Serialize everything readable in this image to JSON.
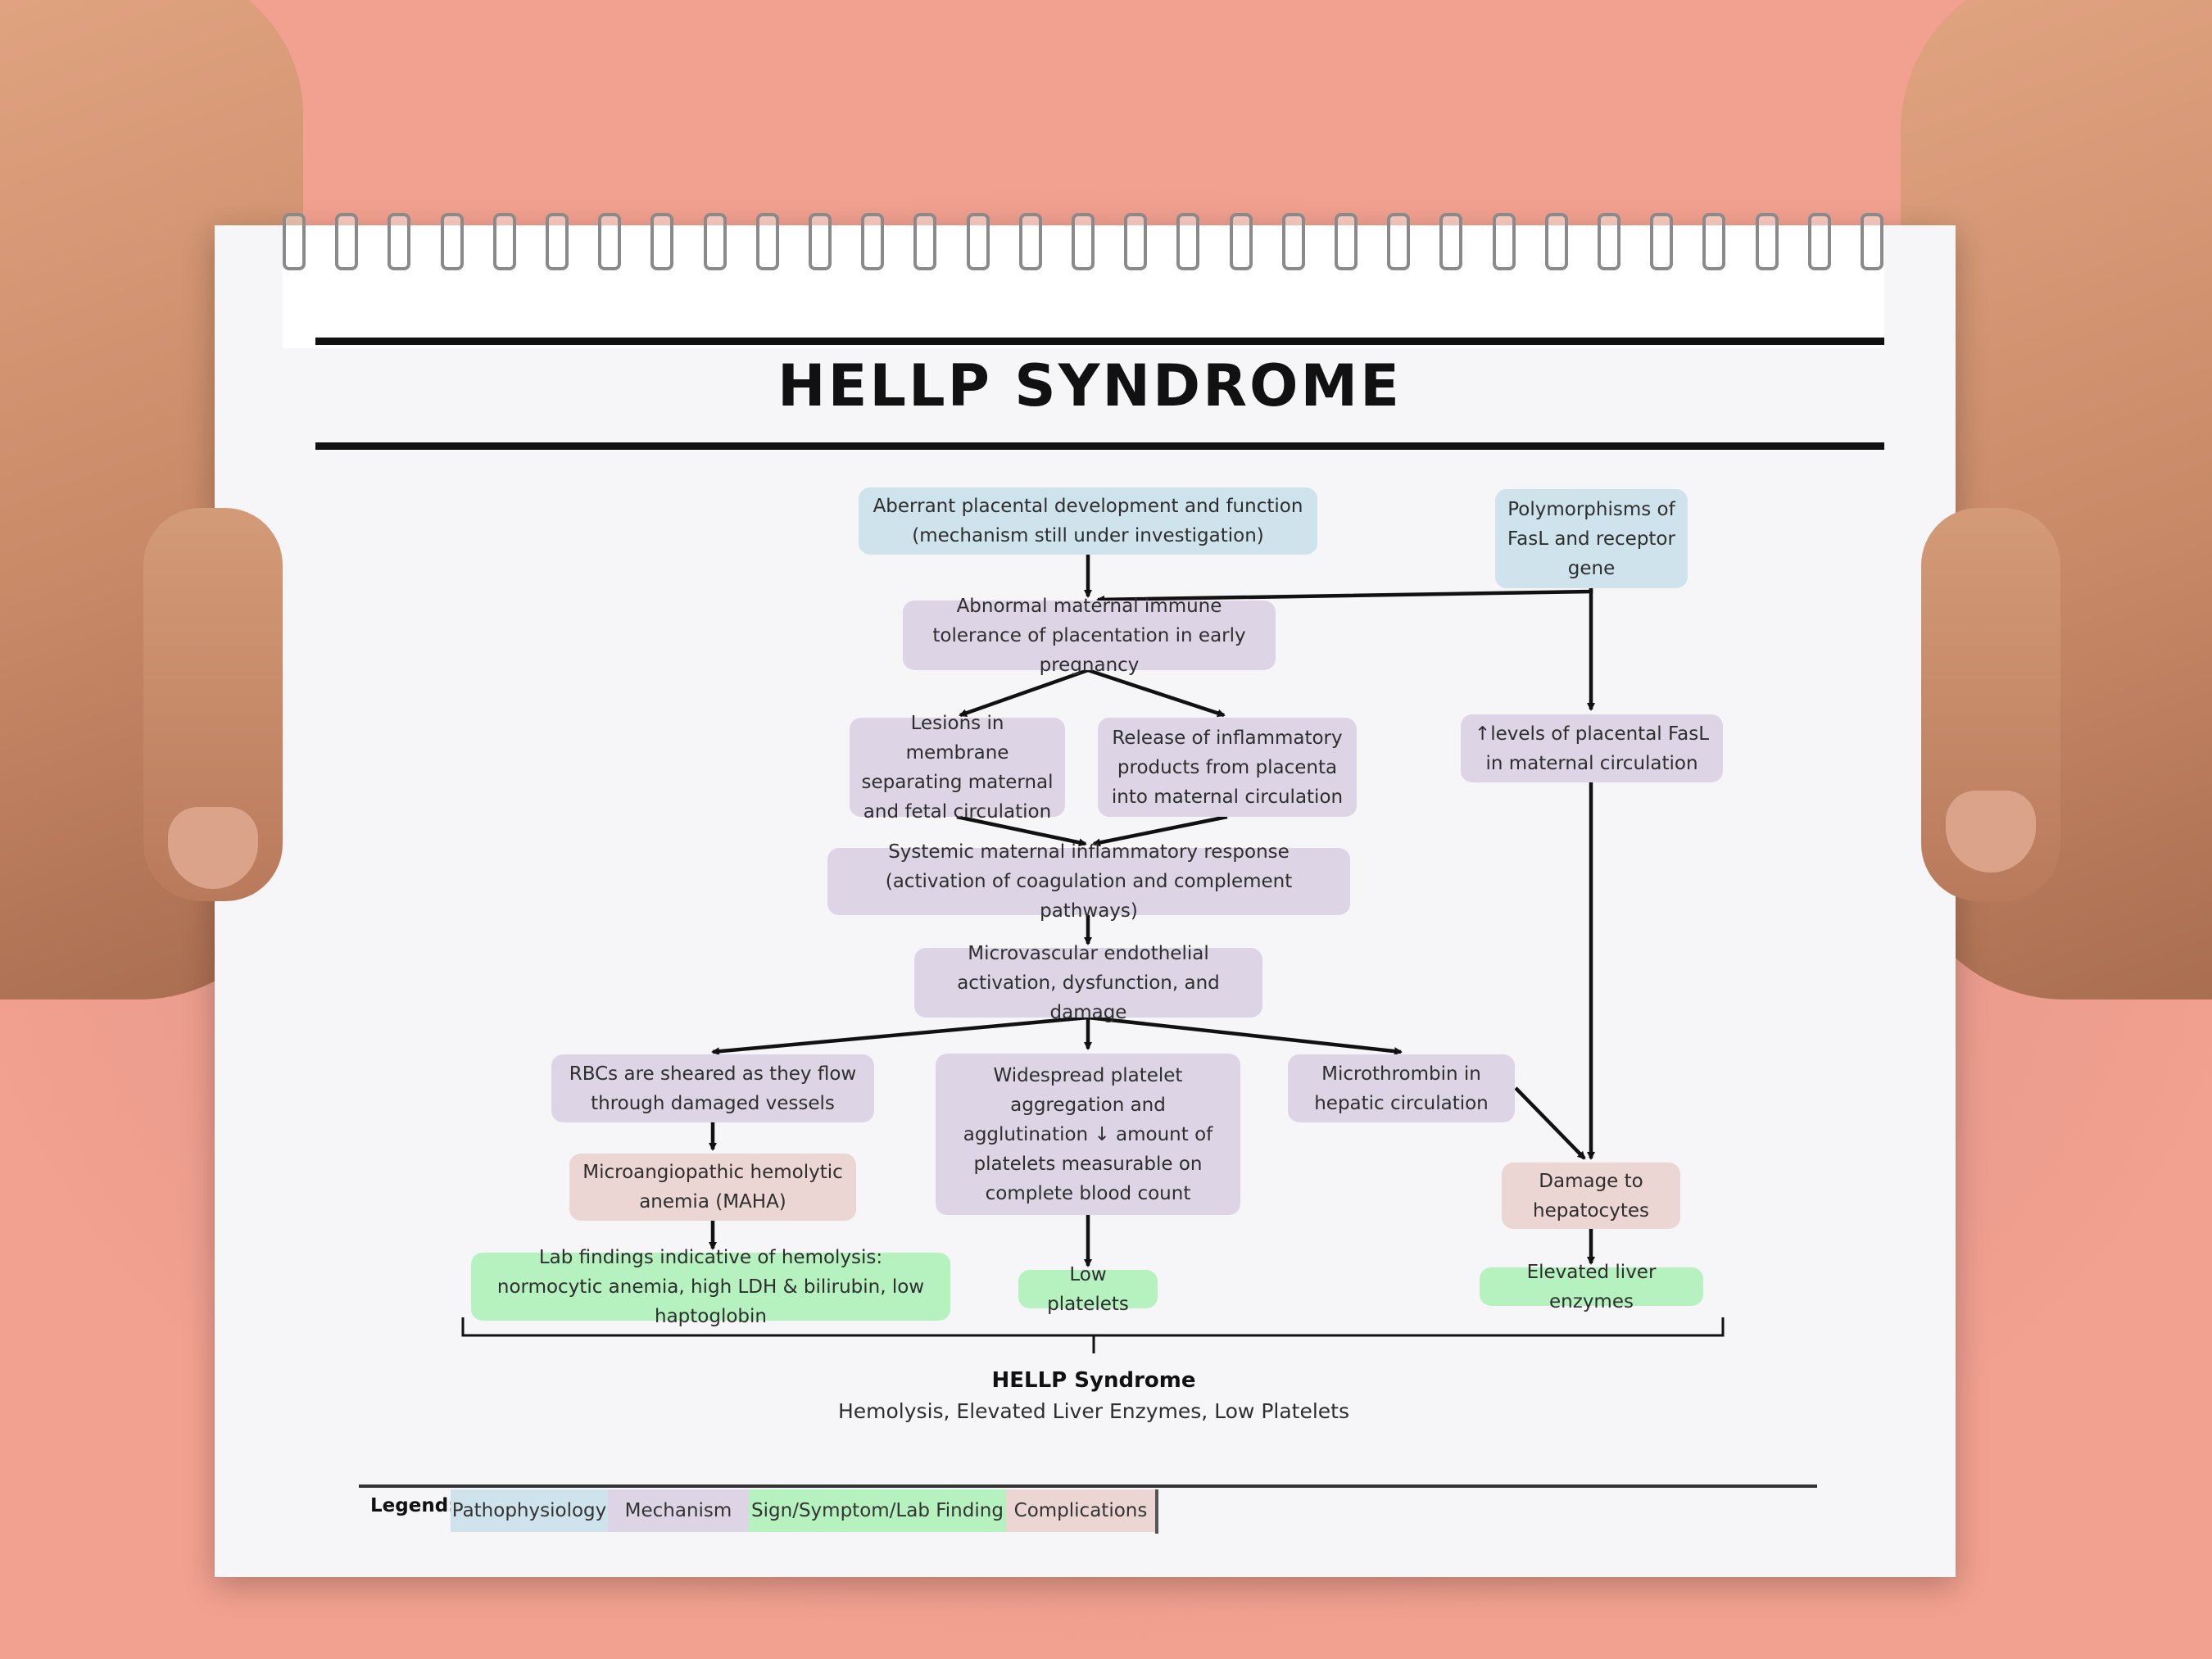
{
  "title": "HELLP SYNDROME",
  "colors": {
    "pathophysiology": "#cfe3ec",
    "mechanism": "#ddd5e6",
    "sign": "#b6f2bf",
    "complication": "#ecd6d3"
  },
  "nodes": {
    "aberrant": "Aberrant placental development and function (mechanism still under investigation)",
    "polymorphisms": "Polymorphisms of FasL and receptor gene",
    "immune": "Abnormal maternal immune tolerance of placentation in early pregnancy",
    "lesions": "Lesions in membrane separating maternal and fetal circulation",
    "release": "Release of inflammatory products from placenta into maternal circulation",
    "fasl_levels": "↑levels of placental FasL in maternal circulation",
    "systemic": "Systemic maternal inflammatory response (activation of coagulation and complement pathways)",
    "microvascular": "Microvascular endothelial activation, dysfunction, and damage",
    "rbcs": "RBCs are sheared as they flow through damaged vessels",
    "platelet_agg": "Widespread platelet aggregation and agglutination ↓ amount of platelets measurable on complete blood count",
    "microthrombin": "Microthrombin in hepatic circulation",
    "maha": "Microangiopathic hemolytic anemia (MAHA)",
    "damage": "Damage to hepatocytes",
    "lab_findings": "Lab findings indicative of hemolysis: normocytic anemia, high LDH & bilirubin, low haptoglobin",
    "low_platelets": "Low platelets",
    "elevated_liver": "Elevated liver enzymes"
  },
  "summary": {
    "label": "HELLP Syndrome",
    "expansion": "Hemolysis, Elevated Liver Enzymes, Low Platelets"
  },
  "legend": {
    "title": "Legend:",
    "items": [
      "Pathophysiology",
      "Mechanism",
      "Sign/Symptom/Lab Finding",
      "Complications"
    ]
  }
}
